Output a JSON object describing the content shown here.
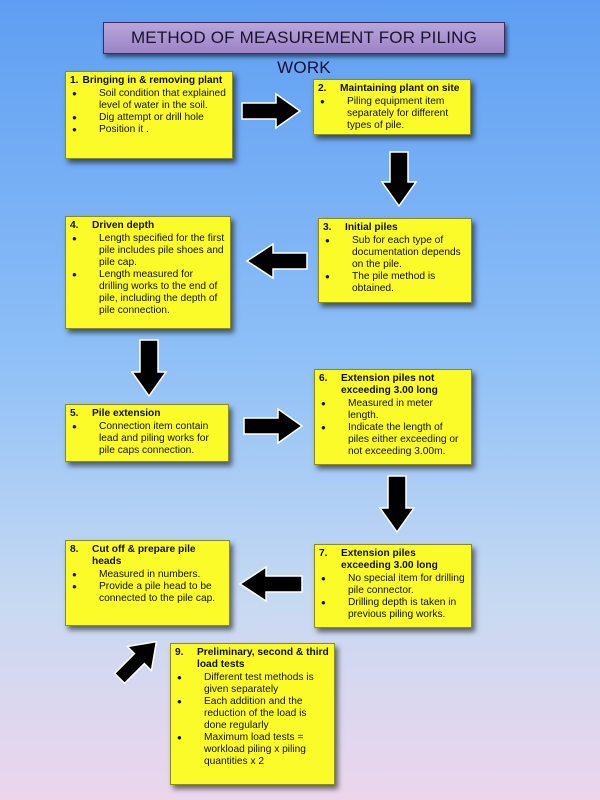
{
  "title": "METHOD OF MEASUREMENT FOR PILING WORK",
  "boxes": {
    "b1": {
      "num": "1.",
      "heading": "Bringing in & removing plant",
      "items": [
        "Soil condition that explained level of water in the soil.",
        "Dig attempt or drill hole",
        "Position it ."
      ]
    },
    "b2": {
      "num": "2.",
      "heading": "Maintaining plant on site",
      "items": [
        "Piling equipment item separately for different types of pile."
      ]
    },
    "b3": {
      "num": "3.",
      "heading": "Initial piles",
      "items": [
        "Sub for each type of documentation depends on the pile.",
        "The pile method is obtained."
      ]
    },
    "b4": {
      "num": "4.",
      "heading": "Driven depth",
      "items": [
        "Length specified for the first pile includes pile shoes and pile cap.",
        "Length measured for drilling works to the end of pile, including the depth of pile connection."
      ]
    },
    "b5": {
      "num": "5.",
      "heading": "Pile extension",
      "items": [
        "Connection item contain lead and piling works for pile caps connection."
      ]
    },
    "b6": {
      "num": "6.",
      "heading": "Extension piles not exceeding 3.00 long",
      "items": [
        "Measured in meter length.",
        "Indicate the length of piles either exceeding or not exceeding 3.00m."
      ]
    },
    "b7": {
      "num": "7.",
      "heading": "Extension piles exceeding 3.00 long",
      "items": [
        "No special item for drilling pile connector.",
        "Drilling depth is taken in previous piling works."
      ]
    },
    "b8": {
      "num": "8.",
      "heading": "Cut off & prepare pile heads",
      "items": [
        "Measured in numbers.",
        "Provide a pile head to be connected to the pile cap."
      ]
    },
    "b9": {
      "num": "9.",
      "heading": "Preliminary, second & third load tests",
      "items": [
        "Different test methods is given separately",
        "Each addition and the reduction of the load is done regularly",
        "Maximum load tests = workload piling x piling quantities x 2"
      ]
    }
  },
  "colors": {
    "box_fill": "#fbfb2a",
    "title_fill": "#a993cf",
    "arrow": "#000000"
  },
  "icons": {
    "arrow": "block-arrow",
    "bullet": "bullet-dot"
  }
}
